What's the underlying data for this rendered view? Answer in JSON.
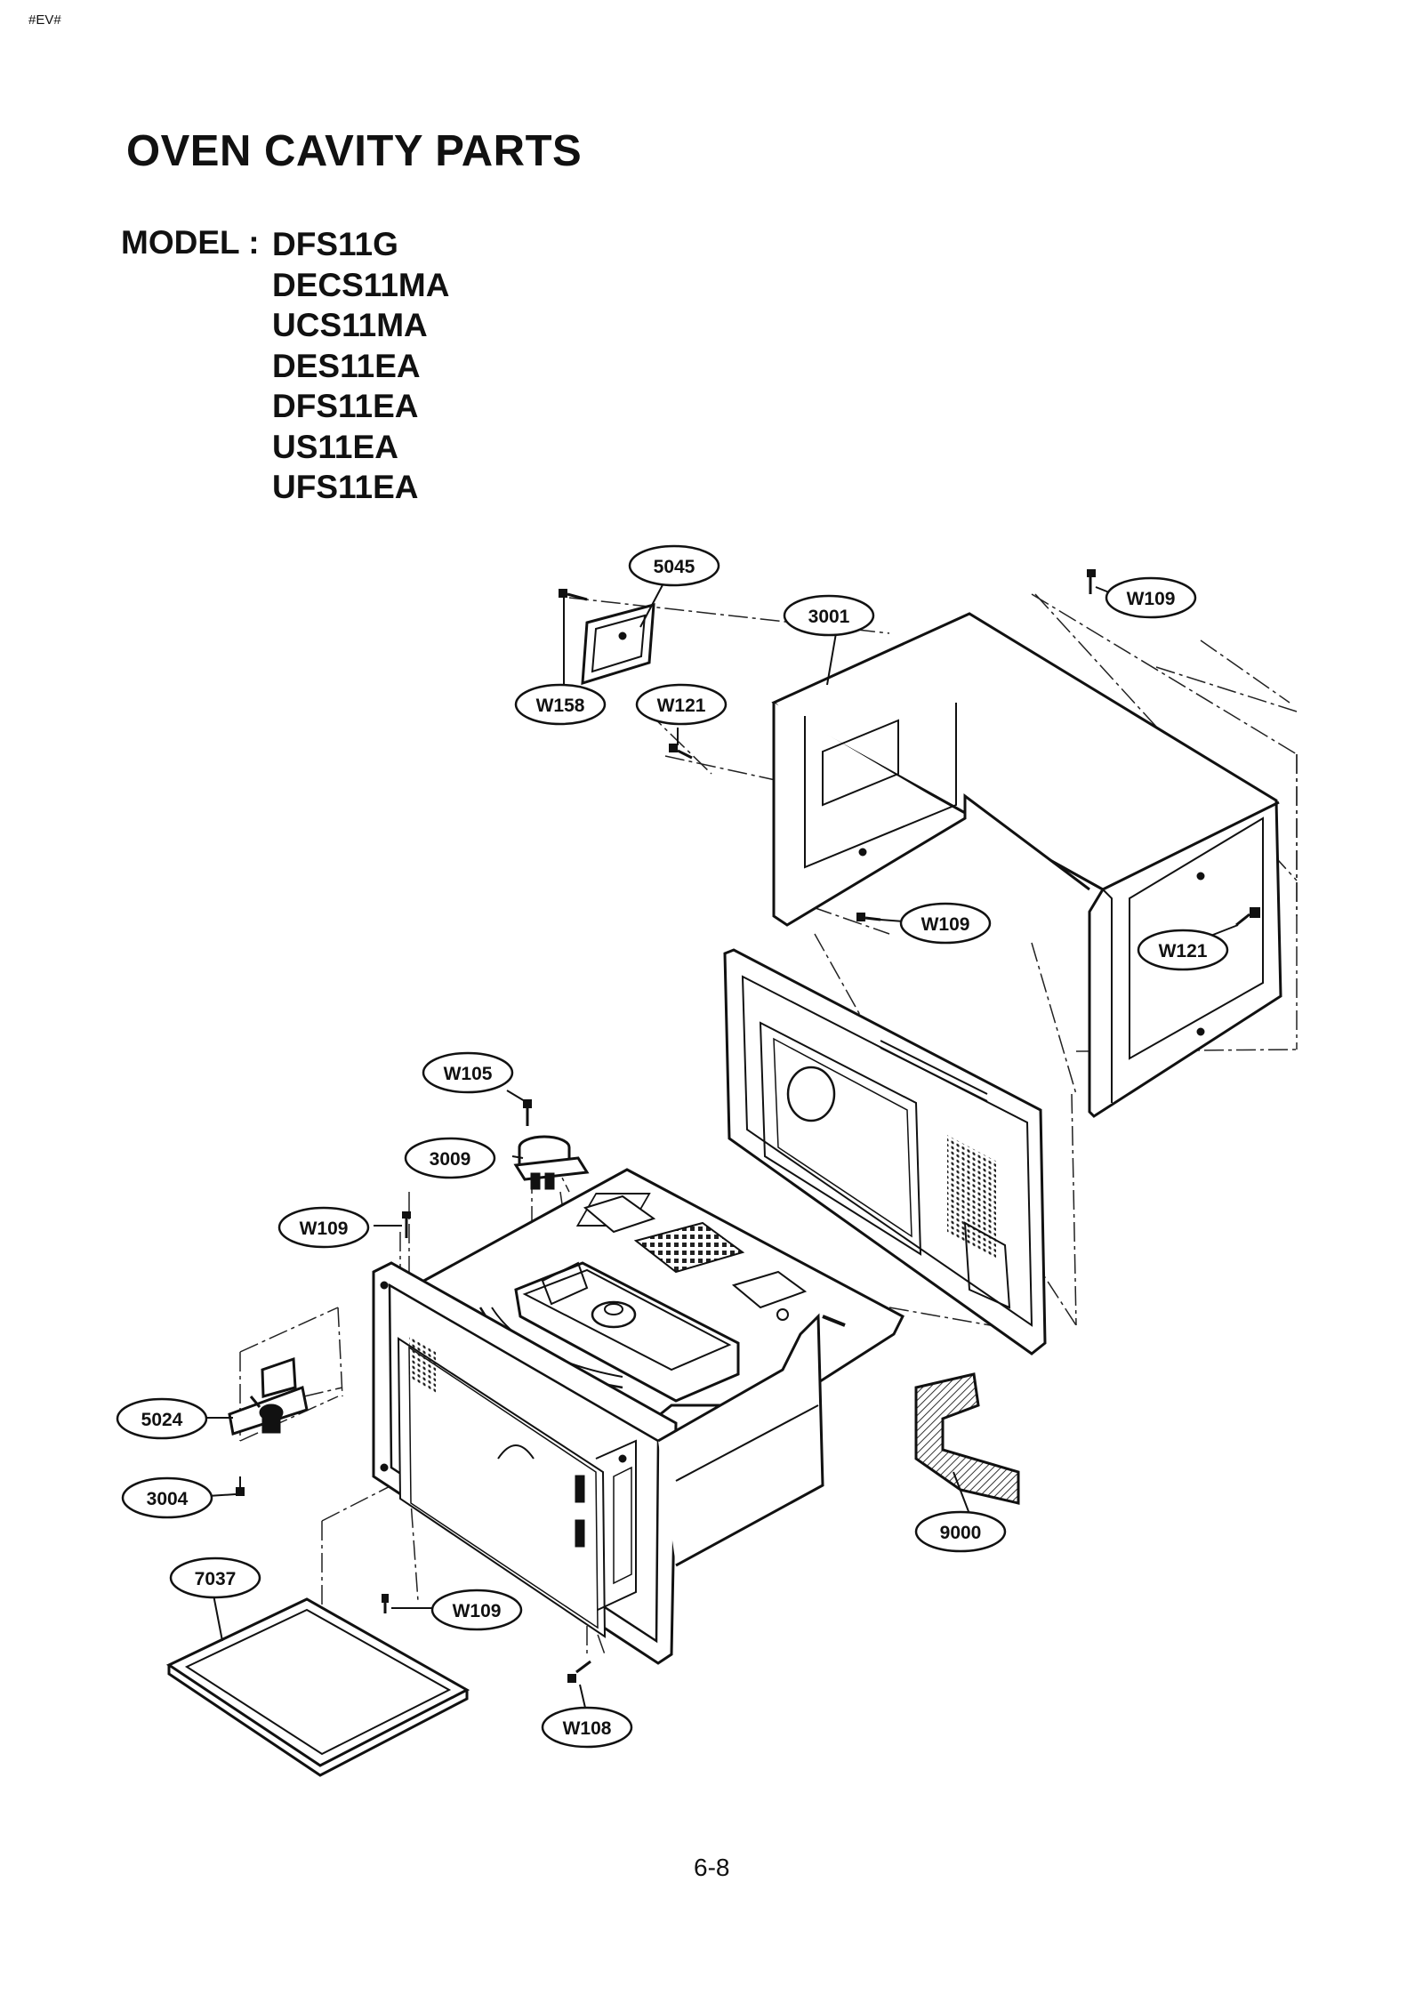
{
  "header_marker": "#EV#",
  "title": "OVEN CAVITY PARTS",
  "model_label": "MODEL :",
  "models": [
    "DFS11G",
    "DECS11MA",
    "UCS11MA",
    "DES11EA",
    "DFS11EA",
    "US11EA",
    "UFS11EA"
  ],
  "callouts": {
    "c5045": "5045",
    "c3001": "3001",
    "w109_top": "W109",
    "w158": "W158",
    "w121_top": "W121",
    "w109_mid": "W109",
    "w121_right": "W121",
    "w105": "W105",
    "c3009": "3009",
    "w109_left": "W109",
    "c5024": "5024",
    "c3004": "3004",
    "c9000": "9000",
    "c7037": "7037",
    "w109_bottom": "W109",
    "w108": "W108"
  },
  "page_number": "6-8"
}
